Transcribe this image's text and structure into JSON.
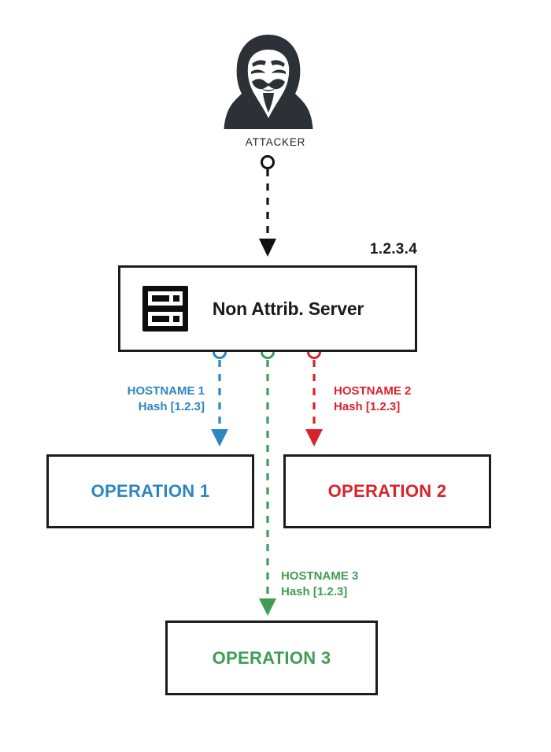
{
  "diagram": {
    "title": "Non-attributable server operational segregation diagram",
    "background": "#ffffff"
  },
  "colors": {
    "blue": "#2E86C1",
    "red": "#D8232A",
    "green": "#3F9C55",
    "black": "#1c1c1c",
    "text_dark": "#231f20"
  },
  "attacker": {
    "label": "ATTACKER",
    "icon": "hacker-anonymous-mask-icon"
  },
  "server": {
    "ip_label": "1.2.3.4",
    "title": "Non Attrib. Server",
    "icon": "server-rack-icon",
    "ports": [
      {
        "name": "port-1",
        "color_key": "blue"
      },
      {
        "name": "port-3",
        "color_key": "green"
      },
      {
        "name": "port-2",
        "color_key": "red"
      }
    ]
  },
  "connections": [
    {
      "id": "attacker-to-server",
      "style": "dashed",
      "color_key": "black",
      "label": null
    },
    {
      "id": "server-to-operation-1",
      "style": "dashed",
      "color_key": "blue",
      "hostname": "HOSTNAME 1",
      "hash": "Hash [1.2.3]"
    },
    {
      "id": "server-to-operation-2",
      "style": "dashed",
      "color_key": "red",
      "hostname": "HOSTNAME 2",
      "hash": "Hash [1.2.3]"
    },
    {
      "id": "server-to-operation-3",
      "style": "dashed",
      "color_key": "green",
      "hostname": "HOSTNAME 3",
      "hash": "Hash [1.2.3]"
    }
  ],
  "operations": [
    {
      "id": "operation-1",
      "label": "OPERATION 1",
      "color_key": "blue"
    },
    {
      "id": "operation-2",
      "label": "OPERATION 2",
      "color_key": "red"
    },
    {
      "id": "operation-3",
      "label": "OPERATION 3",
      "color_key": "green"
    }
  ]
}
